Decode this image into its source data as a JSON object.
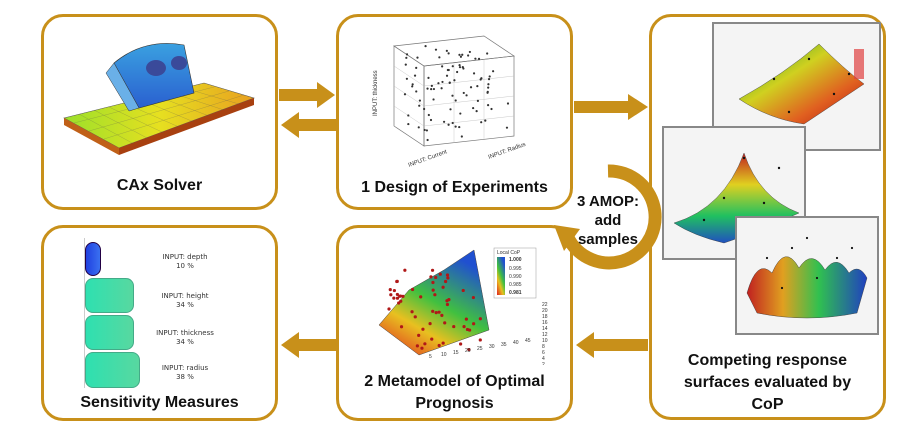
{
  "panels": {
    "cax": {
      "caption": "CAx Solver"
    },
    "doe": {
      "caption": "1 Design of Experiments"
    },
    "mop": {
      "caption_line1": "2 Metamodel of Optimal",
      "caption_line2": "Prognosis"
    },
    "sens": {
      "caption": "Sensitivity Measures"
    },
    "rs": {
      "caption_line1": "Competing response",
      "caption_line2": "surfaces evaluated by",
      "caption_line3": "CoP"
    }
  },
  "amop": {
    "line1": "3 AMOP:",
    "line2": "add",
    "line3": "samples"
  },
  "sensitivity": {
    "bars": [
      {
        "name": "INPUT: depth",
        "pct": "10 %",
        "value": 10
      },
      {
        "name": "INPUT: height",
        "pct": "34 %",
        "value": 34
      },
      {
        "name": "INPUT: thickness",
        "pct": "34 %",
        "value": 34
      },
      {
        "name": "INPUT: radius",
        "pct": "38 %",
        "value": 38
      }
    ]
  },
  "mop_plot": {
    "legend_title": "Local CoP",
    "legend_values": [
      "1.000",
      "0.995",
      "0.990",
      "0.985",
      "0.981"
    ],
    "y_ticks": [
      "22",
      "20",
      "18",
      "16",
      "14",
      "12",
      "10",
      "8",
      "6",
      "4",
      "2"
    ],
    "x_ticks": [
      "5",
      "10",
      "15",
      "20",
      "25",
      "30",
      "35",
      "40",
      "45"
    ]
  },
  "doe_plot": {
    "zlabel": "INPUT: thickness",
    "xlabel": "INPUT: Current",
    "ylabel": "INPUT: Radius"
  },
  "colors": {
    "gold": "#c8901a",
    "green": "#3ed9a0",
    "blue": "#2050d0"
  }
}
